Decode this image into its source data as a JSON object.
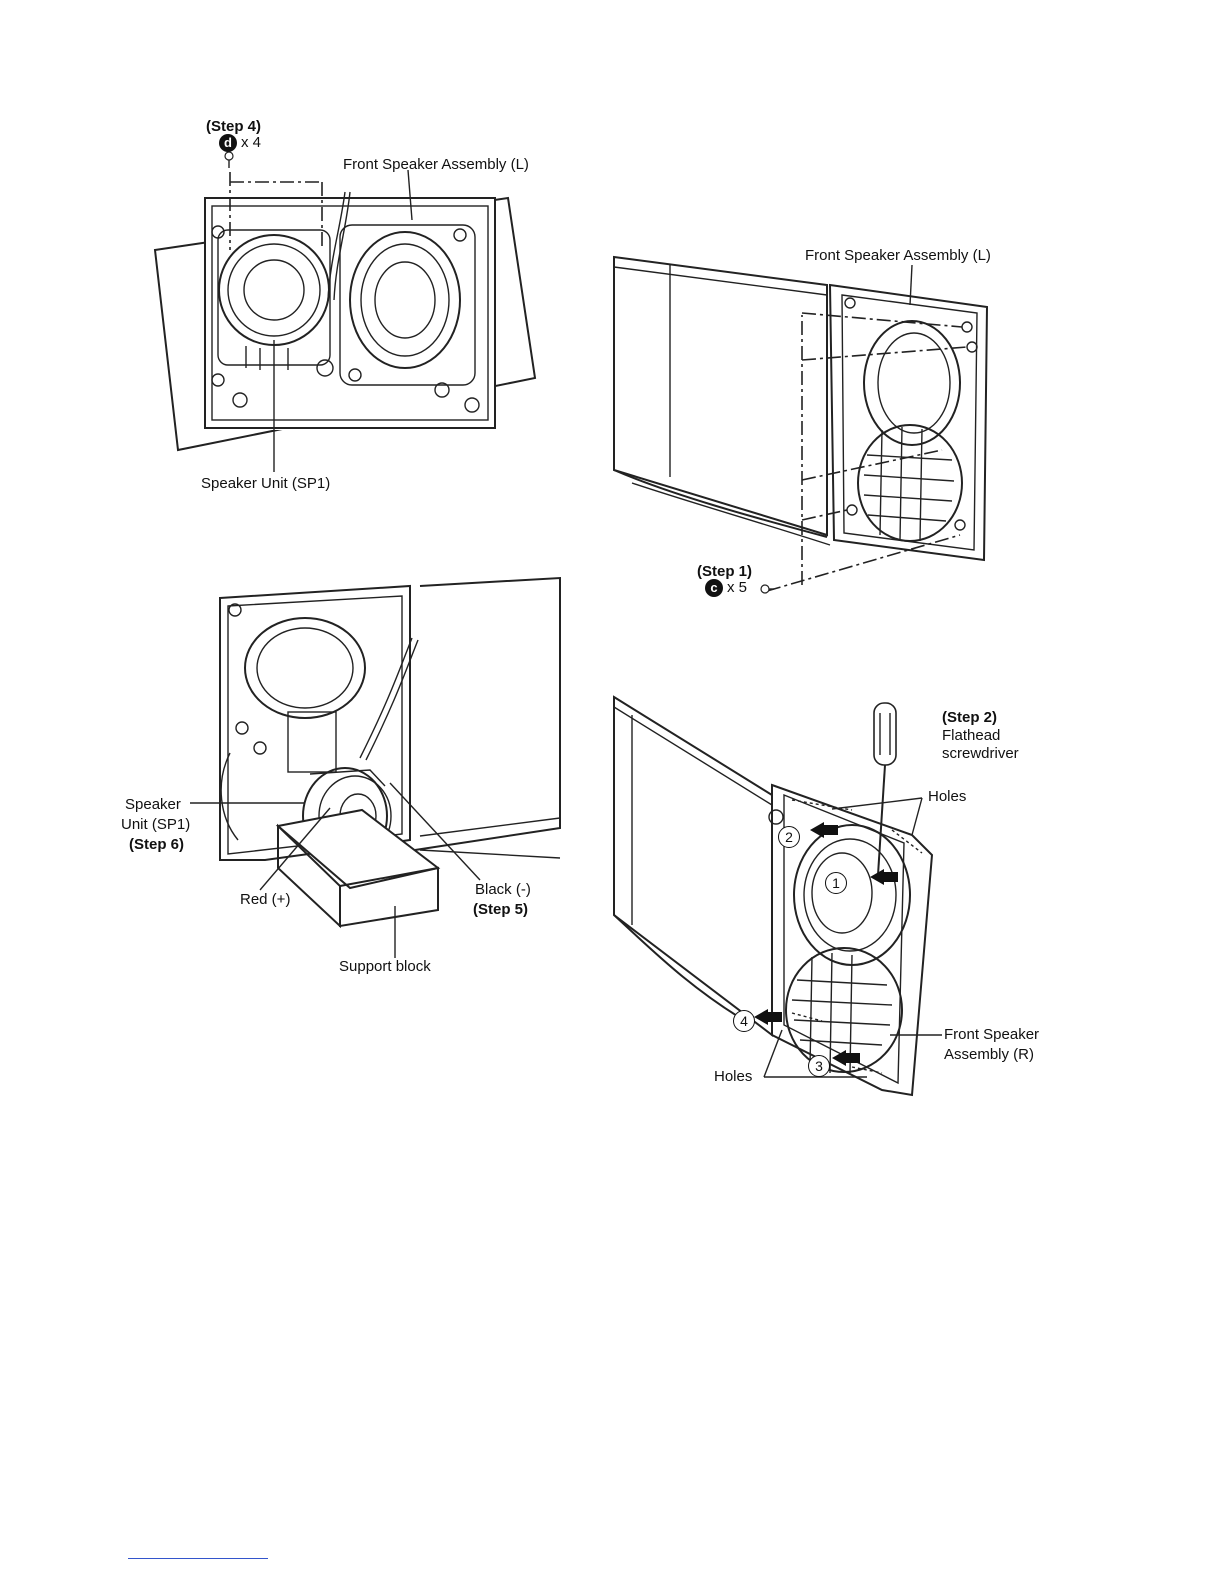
{
  "fig_top_left": {
    "step4_label": "(Step 4)",
    "step4_badge": "d",
    "step4_qty": "x 4",
    "front_speaker_label": "Front Speaker Assembly (L)",
    "speaker_unit_label": "Speaker Unit (SP1)"
  },
  "fig_top_right": {
    "front_speaker_label": "Front Speaker Assembly (L)",
    "step1_label": "(Step 1)",
    "step1_badge": "c",
    "step1_qty": "x 5"
  },
  "fig_bottom_left": {
    "speaker_unit_line1": "Speaker",
    "speaker_unit_line2": "Unit (SP1)",
    "step6_label": "(Step 6)",
    "red_label": "Red (+)",
    "black_label": "Black (-)",
    "step5_label": "(Step 5)",
    "support_block_label": "Support block"
  },
  "fig_bottom_right": {
    "step2_label": "(Step 2)",
    "tool_line1": "Flathead",
    "tool_line2": "screwdriver",
    "holes_top_label": "Holes",
    "holes_bottom_label": "Holes",
    "front_speaker_line1": "Front Speaker",
    "front_speaker_line2": "Assembly (R)",
    "markers": [
      "1",
      "2",
      "3",
      "4"
    ]
  },
  "colors": {
    "line": "#222222",
    "footer_link": "#3355cc"
  }
}
